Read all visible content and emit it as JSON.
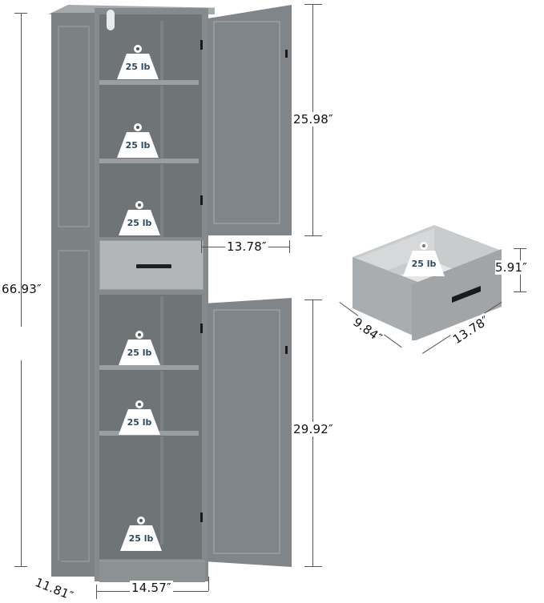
{
  "product": {
    "type": "tall bathroom storage cabinet",
    "color": "#7f8487"
  },
  "dimensions": {
    "total_height": "66.93″",
    "upper_cabinet_height": "25.98″",
    "lower_cabinet_height": "29.92″",
    "interior_width": "13.78″",
    "base_width": "14.57″",
    "base_depth": "11.81″",
    "drawer": {
      "height": "5.91″",
      "width": "13.78″",
      "depth": "9.84″"
    }
  },
  "weight_badges": {
    "upper_shelf_1": "25 lb",
    "upper_shelf_2": "25 lb",
    "upper_shelf_3": "25 lb",
    "lower_shelf_1": "25 lb",
    "lower_shelf_2": "25 lb",
    "lower_shelf_3": "25 lb",
    "drawer": "25 lb"
  },
  "colors": {
    "cabinet_body": "#7f8487",
    "cabinet_light": "#9a9fa2",
    "drawer_front": "#b3b6b8",
    "weight_icon": "#ffffff",
    "weight_text": "#2f4a63",
    "dimension_text": "#111111",
    "handle": "#1a1a1a"
  }
}
